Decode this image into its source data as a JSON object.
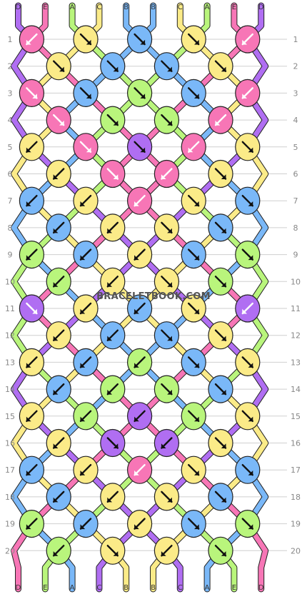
{
  "title": "",
  "watermark": "BRACELETBOOK.COM",
  "colors": {
    "A": "#b9f57c",
    "B": "#7ab8f8",
    "C": "#fbeb88",
    "D": "#b06ef2",
    "E": "#f776b6"
  },
  "top_strings": [
    "D",
    "E",
    "A",
    "C",
    "B",
    "B",
    "C",
    "A",
    "E",
    "D"
  ],
  "bottom_strings": [
    "D",
    "E",
    "A",
    "C",
    "B",
    "B",
    "C",
    "A",
    "E",
    "D"
  ],
  "row_numbers": [
    "1",
    "2",
    "3",
    "4",
    "5",
    "6",
    "7",
    "8",
    "9",
    "10",
    "11",
    "12",
    "13",
    "14",
    "15",
    "16",
    "17",
    "18",
    "19",
    "20"
  ],
  "rows": [
    [
      [
        "E",
        "fb"
      ],
      [
        "C",
        "f"
      ],
      [
        "B",
        "f"
      ],
      [
        "C",
        "f"
      ],
      [
        "E",
        "fb"
      ]
    ],
    [
      [
        "C",
        "f"
      ],
      [
        "B",
        "f"
      ],
      [
        "B",
        "f"
      ],
      [
        "C",
        "f"
      ]
    ],
    [
      [
        "E",
        "bf"
      ],
      [
        "B",
        "f"
      ],
      [
        "A",
        "f"
      ],
      [
        "B",
        "f"
      ],
      [
        "E",
        "fb"
      ]
    ],
    [
      [
        "E",
        "bf"
      ],
      [
        "A",
        "f"
      ],
      [
        "A",
        "f"
      ],
      [
        "E",
        "fb"
      ]
    ],
    [
      [
        "C",
        "b"
      ],
      [
        "E",
        "bf"
      ],
      [
        "D",
        "f"
      ],
      [
        "E",
        "fb"
      ],
      [
        "C",
        "f"
      ]
    ],
    [
      [
        "C",
        "b"
      ],
      [
        "E",
        "bf"
      ],
      [
        "E",
        "fb"
      ],
      [
        "C",
        "f"
      ]
    ],
    [
      [
        "B",
        "b"
      ],
      [
        "C",
        "b"
      ],
      [
        "E",
        "fb"
      ],
      [
        "C",
        "f"
      ],
      [
        "B",
        "f"
      ]
    ],
    [
      [
        "B",
        "b"
      ],
      [
        "C",
        "b"
      ],
      [
        "C",
        "f"
      ],
      [
        "B",
        "f"
      ]
    ],
    [
      [
        "A",
        "b"
      ],
      [
        "B",
        "b"
      ],
      [
        "C",
        "b"
      ],
      [
        "B",
        "f"
      ],
      [
        "A",
        "f"
      ]
    ],
    [
      [
        "A",
        "b"
      ],
      [
        "C",
        "b"
      ],
      [
        "C",
        "f"
      ],
      [
        "A",
        "f"
      ]
    ],
    [
      [
        "D",
        "bf"
      ],
      [
        "C",
        "b"
      ],
      [
        "B",
        "b"
      ],
      [
        "C",
        "f"
      ],
      [
        "D",
        "fb"
      ]
    ],
    [
      [
        "C",
        "b"
      ],
      [
        "B",
        "b"
      ],
      [
        "B",
        "f"
      ],
      [
        "C",
        "f"
      ]
    ],
    [
      [
        "C",
        "b"
      ],
      [
        "B",
        "b"
      ],
      [
        "A",
        "b"
      ],
      [
        "B",
        "f"
      ],
      [
        "C",
        "f"
      ]
    ],
    [
      [
        "B",
        "b"
      ],
      [
        "A",
        "b"
      ],
      [
        "A",
        "f"
      ],
      [
        "B",
        "f"
      ]
    ],
    [
      [
        "C",
        "b"
      ],
      [
        "A",
        "b"
      ],
      [
        "D",
        "b"
      ],
      [
        "A",
        "f"
      ],
      [
        "C",
        "f"
      ]
    ],
    [
      [
        "C",
        "b"
      ],
      [
        "D",
        "f"
      ],
      [
        "D",
        "b"
      ],
      [
        "C",
        "f"
      ]
    ],
    [
      [
        "B",
        "b"
      ],
      [
        "C",
        "b"
      ],
      [
        "E",
        "fb"
      ],
      [
        "C",
        "f"
      ],
      [
        "B",
        "f"
      ]
    ],
    [
      [
        "B",
        "b"
      ],
      [
        "C",
        "b"
      ],
      [
        "C",
        "f"
      ],
      [
        "B",
        "f"
      ]
    ],
    [
      [
        "A",
        "b"
      ],
      [
        "B",
        "b"
      ],
      [
        "C",
        "b"
      ],
      [
        "B",
        "f"
      ],
      [
        "A",
        "f"
      ]
    ],
    [
      [
        "A",
        "b"
      ],
      [
        "C",
        "f"
      ],
      [
        "C",
        "b"
      ],
      [
        "A",
        "f"
      ]
    ]
  ]
}
